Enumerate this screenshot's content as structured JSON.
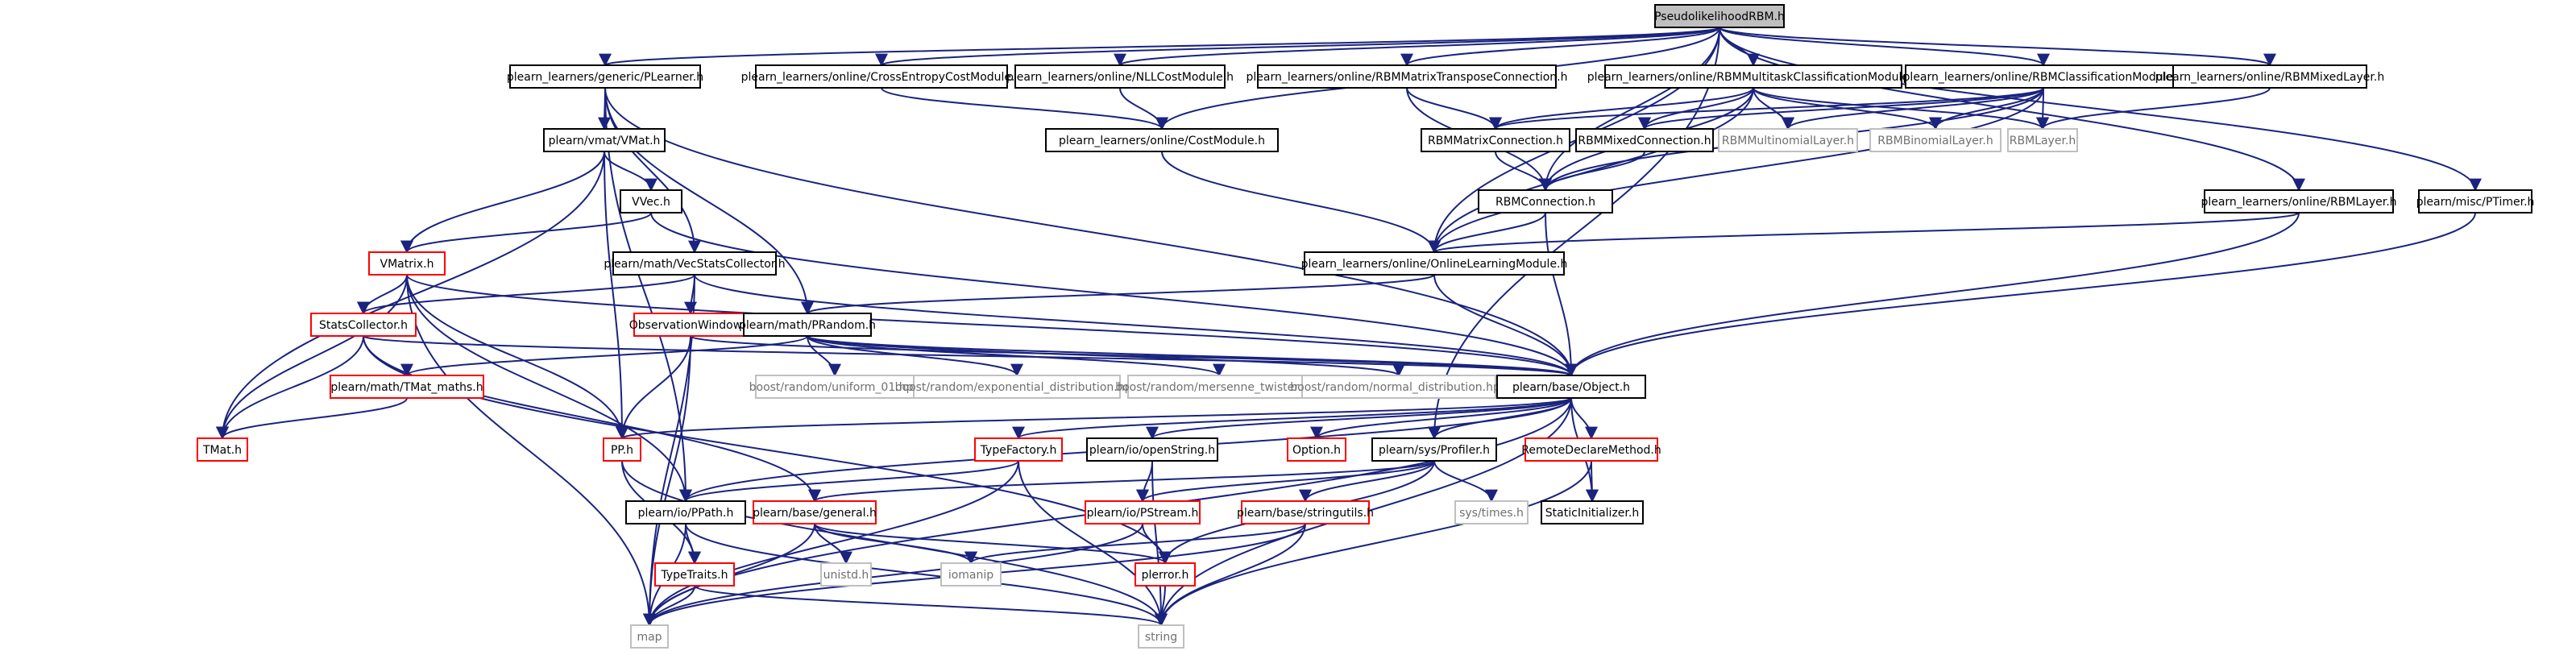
{
  "graph": {
    "root": "PseudolikelihoodRBM.h",
    "nodes": [
      {
        "id": "root",
        "label": "PseudolikelihoodRBM.h",
        "style": "root"
      },
      {
        "id": "plearner",
        "label": "plearn_learners/generic/PLearner.h",
        "style": "black"
      },
      {
        "id": "cecm",
        "label": "plearn_learners/online/CrossEntropyCostModule.h",
        "style": "black"
      },
      {
        "id": "nllcm",
        "label": "plearn_learners/online/NLLCostModule.h",
        "style": "black"
      },
      {
        "id": "rbmmtc",
        "label": "plearn_learners/online/RBMMatrixTransposeConnection.h",
        "style": "black"
      },
      {
        "id": "rbmmtcm",
        "label": "plearn_learners/online/RBMMultitaskClassificationModule.h",
        "style": "black"
      },
      {
        "id": "rbmcm",
        "label": "plearn_learners/online/RBMClassificationModule.h",
        "style": "black"
      },
      {
        "id": "rbmml",
        "label": "plearn_learners/online/RBMMixedLayer.h",
        "style": "black"
      },
      {
        "id": "vmat",
        "label": "plearn/vmat/VMat.h",
        "style": "black"
      },
      {
        "id": "costmod",
        "label": "plearn_learners/online/CostModule.h",
        "style": "black"
      },
      {
        "id": "rbmmc",
        "label": "RBMMatrixConnection.h",
        "style": "black"
      },
      {
        "id": "rbmmixc",
        "label": "RBMMixedConnection.h",
        "style": "black"
      },
      {
        "id": "rbmmultl",
        "label": "RBMMultinomialLayer.h",
        "style": "gray"
      },
      {
        "id": "rbmbinl",
        "label": "RBMBinomialLayer.h",
        "style": "gray"
      },
      {
        "id": "rbmlayer",
        "label": "RBMLayer.h",
        "style": "gray"
      },
      {
        "id": "vvec",
        "label": "VVec.h",
        "style": "black"
      },
      {
        "id": "rbmconn",
        "label": "RBMConnection.h",
        "style": "black"
      },
      {
        "id": "rbmlayerfull",
        "label": "plearn_learners/online/RBMLayer.h",
        "style": "black"
      },
      {
        "id": "ptimer",
        "label": "plearn/misc/PTimer.h",
        "style": "black"
      },
      {
        "id": "vmatrix",
        "label": "VMatrix.h",
        "style": "red"
      },
      {
        "id": "vsc",
        "label": "plearn/math/VecStatsCollector.h",
        "style": "black"
      },
      {
        "id": "olm",
        "label": "plearn_learners/online/OnlineLearningModule.h",
        "style": "black"
      },
      {
        "id": "statscol",
        "label": "StatsCollector.h",
        "style": "red"
      },
      {
        "id": "obswin",
        "label": "ObservationWindow.h",
        "style": "red"
      },
      {
        "id": "prandom",
        "label": "plearn/math/PRandom.h",
        "style": "black"
      },
      {
        "id": "tmatmaths",
        "label": "plearn/math/TMat_maths.h",
        "style": "red"
      },
      {
        "id": "uniform",
        "label": "boost/random/uniform_01.hpp",
        "style": "gray"
      },
      {
        "id": "expdist",
        "label": "boost/random/exponential_distribution.hpp",
        "style": "gray"
      },
      {
        "id": "mersenne",
        "label": "boost/random/mersenne_twister.hpp",
        "style": "gray"
      },
      {
        "id": "normaldist",
        "label": "boost/random/normal_distribution.hpp",
        "style": "gray"
      },
      {
        "id": "object",
        "label": "plearn/base/Object.h",
        "style": "black"
      },
      {
        "id": "tmat",
        "label": "TMat.h",
        "style": "red"
      },
      {
        "id": "pp",
        "label": "PP.h",
        "style": "red"
      },
      {
        "id": "typefactory",
        "label": "TypeFactory.h",
        "style": "red"
      },
      {
        "id": "openstring",
        "label": "plearn/io/openString.h",
        "style": "black"
      },
      {
        "id": "option",
        "label": "Option.h",
        "style": "red"
      },
      {
        "id": "profiler",
        "label": "plearn/sys/Profiler.h",
        "style": "black"
      },
      {
        "id": "remotedecl",
        "label": "RemoteDeclareMethod.h",
        "style": "red"
      },
      {
        "id": "ppath",
        "label": "plearn/io/PPath.h",
        "style": "black"
      },
      {
        "id": "general",
        "label": "plearn/base/general.h",
        "style": "red"
      },
      {
        "id": "pstream",
        "label": "plearn/io/PStream.h",
        "style": "red"
      },
      {
        "id": "stringutils",
        "label": "plearn/base/stringutils.h",
        "style": "red"
      },
      {
        "id": "systimes",
        "label": "sys/times.h",
        "style": "gray"
      },
      {
        "id": "staticinit",
        "label": "StaticInitializer.h",
        "style": "black"
      },
      {
        "id": "typetraits",
        "label": "TypeTraits.h",
        "style": "red"
      },
      {
        "id": "unistd",
        "label": "unistd.h",
        "style": "gray"
      },
      {
        "id": "iomanip",
        "label": "iomanip",
        "style": "gray"
      },
      {
        "id": "perror",
        "label": "plerror.h",
        "style": "red"
      },
      {
        "id": "map",
        "label": "map",
        "style": "gray"
      },
      {
        "id": "string",
        "label": "string",
        "style": "gray"
      }
    ],
    "edges": [
      [
        "root",
        "plearner"
      ],
      [
        "root",
        "cecm"
      ],
      [
        "root",
        "nllcm"
      ],
      [
        "root",
        "rbmmtc"
      ],
      [
        "root",
        "rbmmtcm"
      ],
      [
        "root",
        "rbmcm"
      ],
      [
        "root",
        "rbmml"
      ],
      [
        "root",
        "rbmlayerfull"
      ],
      [
        "root",
        "ptimer"
      ],
      [
        "root",
        "costmod"
      ],
      [
        "root",
        "rbmconn"
      ],
      [
        "root",
        "olm"
      ],
      [
        "root",
        "profiler"
      ],
      [
        "plearner",
        "vmat"
      ],
      [
        "plearner",
        "vsc"
      ],
      [
        "plearner",
        "prandom"
      ],
      [
        "plearner",
        "object"
      ],
      [
        "plearner",
        "ppath"
      ],
      [
        "cecm",
        "costmod"
      ],
      [
        "nllcm",
        "costmod"
      ],
      [
        "rbmmtc",
        "rbmmc"
      ],
      [
        "rbmmtc",
        "rbmconn"
      ],
      [
        "rbmmtcm",
        "rbmmc"
      ],
      [
        "rbmmtcm",
        "rbmmixc"
      ],
      [
        "rbmmtcm",
        "rbmmultl"
      ],
      [
        "rbmmtcm",
        "rbmbinl"
      ],
      [
        "rbmmtcm",
        "rbmlayer"
      ],
      [
        "rbmmtcm",
        "rbmconn"
      ],
      [
        "rbmmtcm",
        "olm"
      ],
      [
        "rbmcm",
        "rbmmc"
      ],
      [
        "rbmcm",
        "rbmmixc"
      ],
      [
        "rbmcm",
        "rbmmultl"
      ],
      [
        "rbmcm",
        "rbmbinl"
      ],
      [
        "rbmcm",
        "rbmlayer"
      ],
      [
        "rbmcm",
        "rbmconn"
      ],
      [
        "rbmcm",
        "olm"
      ],
      [
        "rbmml",
        "rbmlayer"
      ],
      [
        "vmat",
        "vvec"
      ],
      [
        "vmat",
        "vmatrix"
      ],
      [
        "vmat",
        "tmat"
      ],
      [
        "vmat",
        "pp"
      ],
      [
        "costmod",
        "olm"
      ],
      [
        "rbmmc",
        "rbmconn"
      ],
      [
        "rbmmixc",
        "rbmconn"
      ],
      [
        "vvec",
        "vmatrix"
      ],
      [
        "vvec",
        "object"
      ],
      [
        "rbmconn",
        "olm"
      ],
      [
        "rbmconn",
        "object"
      ],
      [
        "rbmlayerfull",
        "olm"
      ],
      [
        "rbmlayerfull",
        "object"
      ],
      [
        "ptimer",
        "object"
      ],
      [
        "vmatrix",
        "statscol"
      ],
      [
        "vmatrix",
        "tmat"
      ],
      [
        "vmatrix",
        "pp"
      ],
      [
        "vmatrix",
        "object"
      ],
      [
        "vmatrix",
        "ppath"
      ],
      [
        "vmatrix",
        "map"
      ],
      [
        "vsc",
        "statscol"
      ],
      [
        "vsc",
        "object"
      ],
      [
        "vsc",
        "obswin"
      ],
      [
        "vsc",
        "map"
      ],
      [
        "olm",
        "prandom"
      ],
      [
        "olm",
        "object"
      ],
      [
        "statscol",
        "tmat"
      ],
      [
        "statscol",
        "object"
      ],
      [
        "statscol",
        "general"
      ],
      [
        "statscol",
        "perror"
      ],
      [
        "obswin",
        "object"
      ],
      [
        "obswin",
        "pp"
      ],
      [
        "obswin",
        "map"
      ],
      [
        "prandom",
        "tmatmaths"
      ],
      [
        "prandom",
        "uniform"
      ],
      [
        "prandom",
        "expdist"
      ],
      [
        "prandom",
        "mersenne"
      ],
      [
        "prandom",
        "normaldist"
      ],
      [
        "prandom",
        "object"
      ],
      [
        "tmatmaths",
        "tmat"
      ],
      [
        "object",
        "pp"
      ],
      [
        "object",
        "typefactory"
      ],
      [
        "object",
        "openstring"
      ],
      [
        "object",
        "option"
      ],
      [
        "object",
        "profiler"
      ],
      [
        "object",
        "remotedecl"
      ],
      [
        "object",
        "staticinit"
      ],
      [
        "object",
        "ppath"
      ],
      [
        "object",
        "map"
      ],
      [
        "object",
        "string"
      ],
      [
        "pp",
        "typetraits"
      ],
      [
        "pp",
        "string"
      ],
      [
        "typefactory",
        "ppath"
      ],
      [
        "typefactory",
        "map"
      ],
      [
        "typefactory",
        "string"
      ],
      [
        "openstring",
        "pstream"
      ],
      [
        "openstring",
        "string"
      ],
      [
        "profiler",
        "pstream"
      ],
      [
        "profiler",
        "stringutils"
      ],
      [
        "profiler",
        "systimes"
      ],
      [
        "profiler",
        "perror"
      ],
      [
        "profiler",
        "general"
      ],
      [
        "remotedecl",
        "staticinit"
      ],
      [
        "remotedecl",
        "string"
      ],
      [
        "ppath",
        "typetraits"
      ],
      [
        "ppath",
        "map"
      ],
      [
        "ppath",
        "string"
      ],
      [
        "general",
        "unistd"
      ],
      [
        "general",
        "iomanip"
      ],
      [
        "general",
        "perror"
      ],
      [
        "general",
        "map"
      ],
      [
        "pstream",
        "perror"
      ],
      [
        "pstream",
        "map"
      ],
      [
        "stringutils",
        "iomanip"
      ],
      [
        "stringutils",
        "map"
      ],
      [
        "stringutils",
        "string"
      ],
      [
        "typetraits",
        "map"
      ],
      [
        "typetraits",
        "string"
      ],
      [
        "perror",
        "string"
      ]
    ]
  }
}
